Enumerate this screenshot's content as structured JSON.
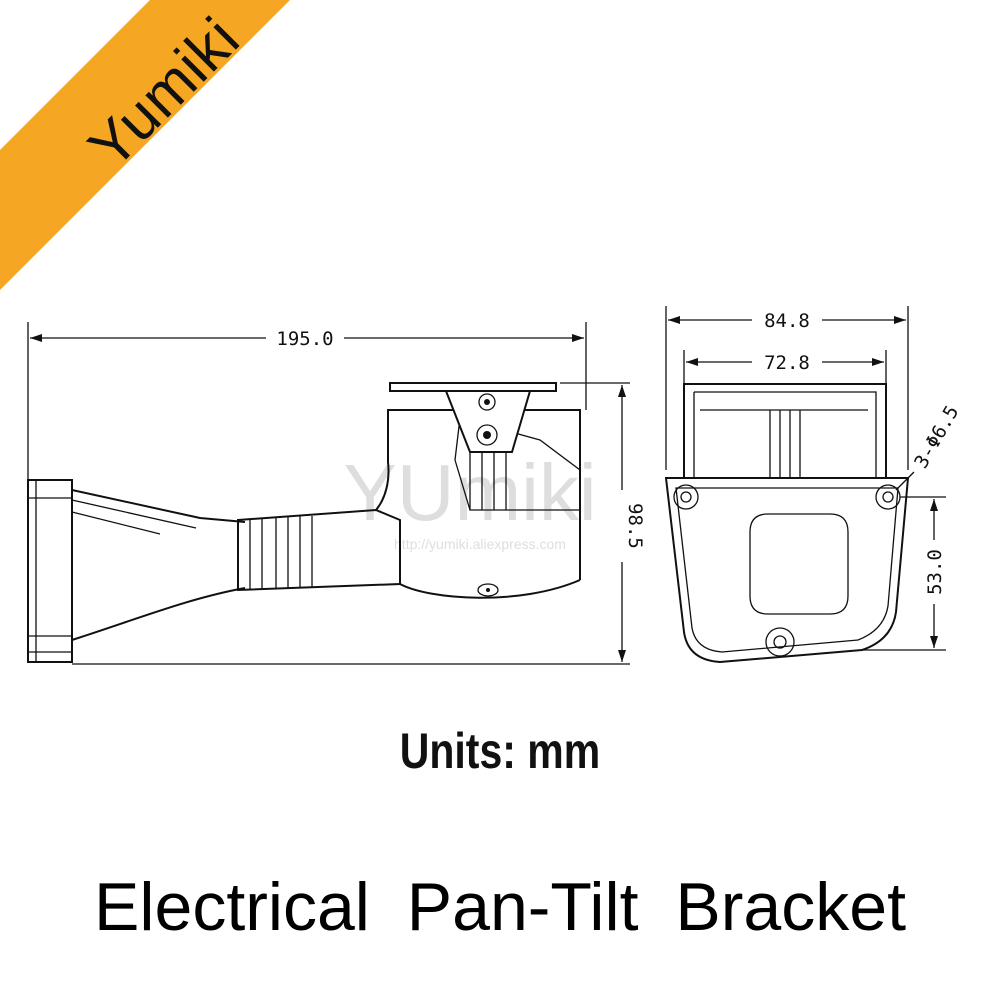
{
  "brand": {
    "name": "Yumiki",
    "banner_color": "#f5a623"
  },
  "watermark": {
    "logo": "YUmiki",
    "url": "http://yumiki.aliexpress.com"
  },
  "dimensions": {
    "overall_length": "195.0",
    "overall_height": "98.5",
    "outer_width": "84.8",
    "inner_width": "72.8",
    "hole_spacing": "53.0",
    "holes": "3-Φ6.5"
  },
  "units_label": "Units: mm",
  "product_title": "Electrical  Pan-Tilt  Bracket"
}
